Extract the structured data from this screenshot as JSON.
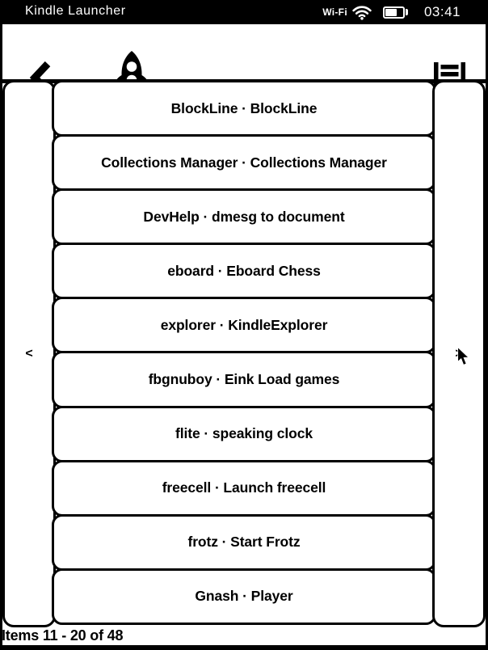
{
  "status_bar": {
    "title": "Kindle Launcher",
    "wifi_label": "Wi-Fi",
    "wifi_icon": "wifi-signal-icon",
    "battery_icon": "battery-level-icon",
    "battery_level_percent": 65,
    "time": "03:41"
  },
  "header": {
    "back_icon": "back-chevron-icon",
    "app_icon": "rocket-icon",
    "menu_icon": "menu-list-icon"
  },
  "pagination": {
    "prev_label": "<",
    "next_label": ">"
  },
  "list": {
    "items": [
      {
        "label": "BlockLine · BlockLine"
      },
      {
        "label": "Collections Manager · Collections Manager"
      },
      {
        "label": "DevHelp · dmesg to document"
      },
      {
        "label": "eboard · Eboard Chess"
      },
      {
        "label": "explorer · KindleExplorer"
      },
      {
        "label": "fbgnuboy · Eink Load games"
      },
      {
        "label": "flite · speaking clock"
      },
      {
        "label": "freecell · Launch freecell"
      },
      {
        "label": "frotz · Start Frotz"
      },
      {
        "label": "Gnash · Player"
      }
    ]
  },
  "footer": {
    "status": "Items 11 - 20 of 48"
  },
  "cursor": {
    "icon": "arrow-pointer-icon"
  },
  "colors": {
    "foreground": "#000000",
    "background": "#ffffff"
  }
}
